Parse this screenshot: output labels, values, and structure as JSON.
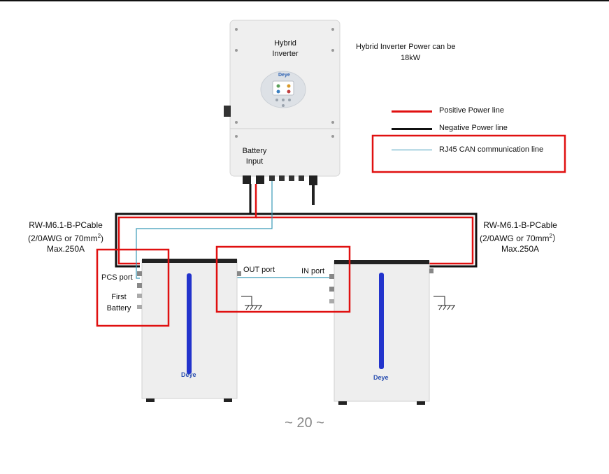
{
  "inverter": {
    "title_line1": "Hybrid",
    "title_line2": "Inverter",
    "battery_input_line1": "Battery",
    "battery_input_line2": "Input",
    "brand": "Deye"
  },
  "power_note": {
    "line1": "Hybrid Inverter Power can be",
    "line2": "18kW"
  },
  "legend": {
    "positive": {
      "label": "Positive Power line",
      "color": "#e01010"
    },
    "negative": {
      "label": "Negative Power line",
      "color": "#111111"
    },
    "can": {
      "label": "RJ45 CAN communication line",
      "color": "#3a9ab8"
    }
  },
  "cable_left": {
    "name": "RW-M6.1-B-PCable",
    "spec_prefix": "(2/0AWG or 70mm",
    "spec_sup": "2",
    "spec_suffix": ")",
    "max": "Max.250A"
  },
  "cable_right": {
    "name": "RW-M6.1-B-PCable",
    "spec_prefix": "(2/0AWG or 70mm",
    "spec_sup": "2",
    "spec_suffix": "）",
    "max": "Max.250A"
  },
  "battery1": {
    "pcs_port": "PCS port",
    "first_line1": "First",
    "first_line2": "Battery",
    "out_port": "OUT port",
    "brand": "Deye"
  },
  "battery2": {
    "in_port": "IN port",
    "brand": "Deye"
  },
  "page_number": "~ 20 ~",
  "colors": {
    "highlight_box": "#e01010",
    "battery_stripe": "#2233cc",
    "device_body": "#eeeeee"
  }
}
